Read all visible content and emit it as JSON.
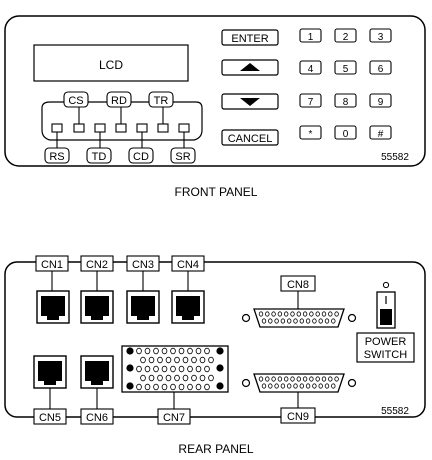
{
  "front": {
    "caption": "FRONT PANEL",
    "lcd": "LCD",
    "indicators_top": [
      "CS",
      "RD",
      "TR"
    ],
    "indicators_bottom": [
      "RS",
      "TD",
      "CD",
      "SR"
    ],
    "buttons": {
      "enter": "ENTER",
      "up": "up-arrow-icon",
      "down": "down-arrow-icon",
      "cancel": "CANCEL"
    },
    "keypad": [
      "1",
      "2",
      "3",
      "4",
      "5",
      "6",
      "7",
      "8",
      "9",
      "*",
      "0",
      "#"
    ],
    "part_number": "55582"
  },
  "rear": {
    "caption": "REAR PANEL",
    "connectors": [
      "CN1",
      "CN2",
      "CN3",
      "CN4",
      "CN5",
      "CN6",
      "CN7",
      "CN8",
      "CN9"
    ],
    "power_switch": [
      "POWER",
      "SWITCH"
    ],
    "part_number": "55582"
  }
}
